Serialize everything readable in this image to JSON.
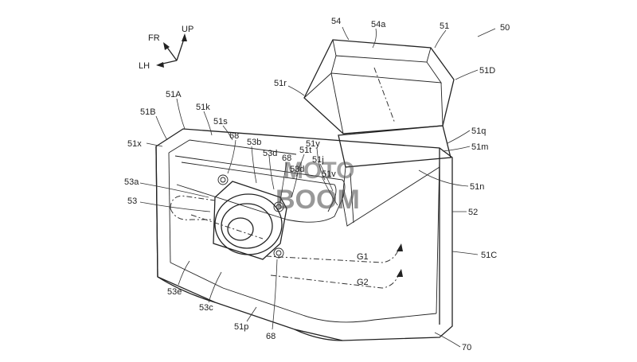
{
  "figure": {
    "compass": {
      "up": "UP",
      "front": "FR",
      "left": "LH"
    },
    "labels": {
      "l50": "50",
      "l54": "54",
      "l54a": "54a",
      "l51": "51",
      "l51D": "51D",
      "l51r": "51r",
      "l51A": "51A",
      "l51B": "51B",
      "l51k": "51k",
      "l51s": "51s",
      "l51x": "51x",
      "l68a": "68",
      "l53b": "53b",
      "l53d_a": "53d",
      "l68b": "68",
      "l51t": "51t",
      "l53d_b": "53d",
      "l51y": "51y",
      "l51j": "51j",
      "l51v": "51v",
      "l51q": "51q",
      "l51m": "51m",
      "l51n": "51n",
      "l52": "52",
      "l51C": "51C",
      "l53a": "53a",
      "l53": "53",
      "lG1": "G1",
      "lG2": "G2",
      "l53e": "53e",
      "l53c": "53c",
      "l51p": "51p",
      "l68c": "68",
      "l70": "70"
    },
    "watermark": {
      "line1": "MOTO",
      "line2": "BOOM"
    }
  }
}
